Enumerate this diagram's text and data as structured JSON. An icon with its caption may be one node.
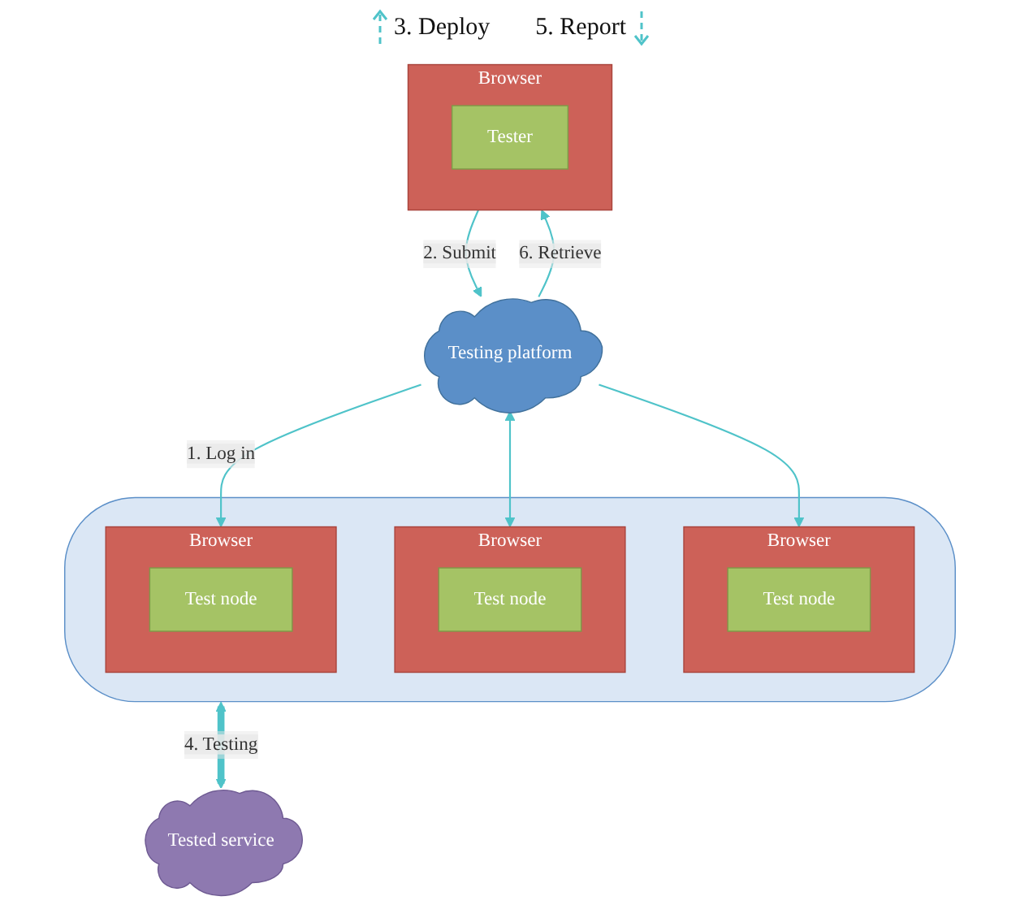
{
  "diagram": {
    "nodes": [
      {
        "text": [
          "Testing platform"
        ]
      },
      {
        "text": [
          "Browser"
        ]
      },
      {
        "text": [
          "Tester"
        ],
        "in": 1
      },
      {
        "text": [],
        "shape": "cloud"
      },
      {
        "text": [
          "Browser"
        ],
        "in": 3
      },
      {
        "text": [
          "Test node"
        ],
        "in": 4
      },
      {
        "text": [
          "Browser"
        ],
        "in": 3
      },
      {
        "text": [
          "Test node"
        ],
        "in": 6
      },
      {
        "text": [
          "Browser"
        ],
        "in": 3
      },
      {
        "text": [
          "Test node"
        ],
        "in": 8
      },
      {
        "text": [
          "Tested service"
        ]
      }
    ],
    "edges": [
      {
        "from": 1,
        "to": 0,
        "arrow": "to",
        "label": "2. Submit"
      },
      {
        "from": 0,
        "to": 1,
        "arrow": "to",
        "label": "6. Retrieve"
      },
      {
        "from": 0,
        "to": 4,
        "arrow": "to"
      },
      {
        "from": 0,
        "to": 6,
        "arrow": "both"
      },
      {
        "from": 0,
        "to": 8,
        "arrow": "to",
        "label": "1. Log in"
      },
      {
        "from": 3,
        "to": 10,
        "arrow": "both",
        "label": "4. Testing",
        "style": "thick"
      }
    ],
    "labels": [
      "3. Deploy",
      "5. Report"
    ]
  }
}
